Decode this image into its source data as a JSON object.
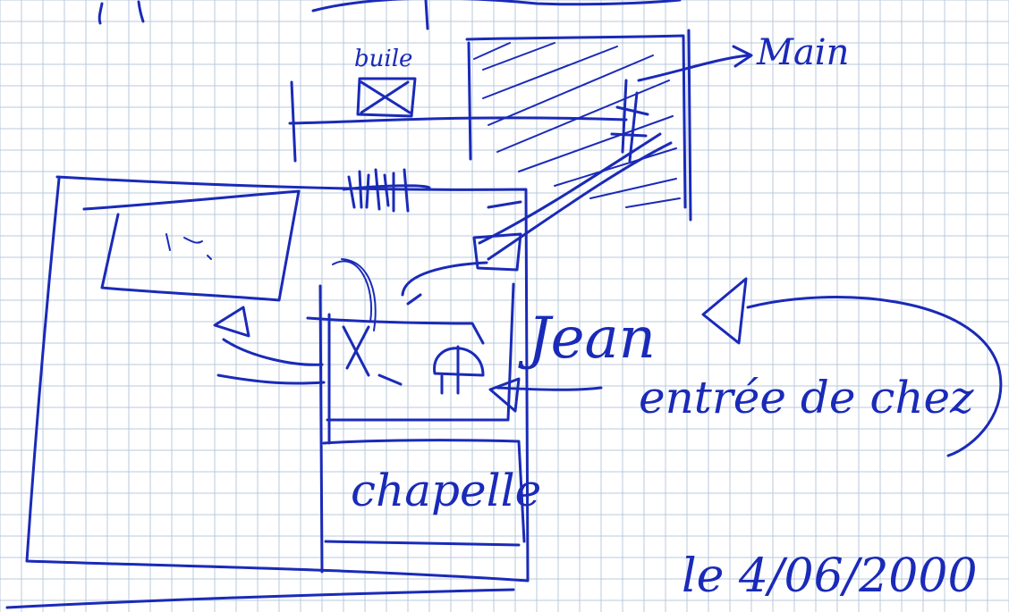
{
  "colors": {
    "paper": "#ffffff",
    "grid": "#b9c9dd",
    "ink": "#1a2ab8"
  },
  "labels": {
    "top_small": "buile",
    "main_arrow": "Main",
    "center_right": "Jean",
    "entrance": "entrée de chez",
    "chapel": "chapelle",
    "date": "le 4/06/2000"
  }
}
